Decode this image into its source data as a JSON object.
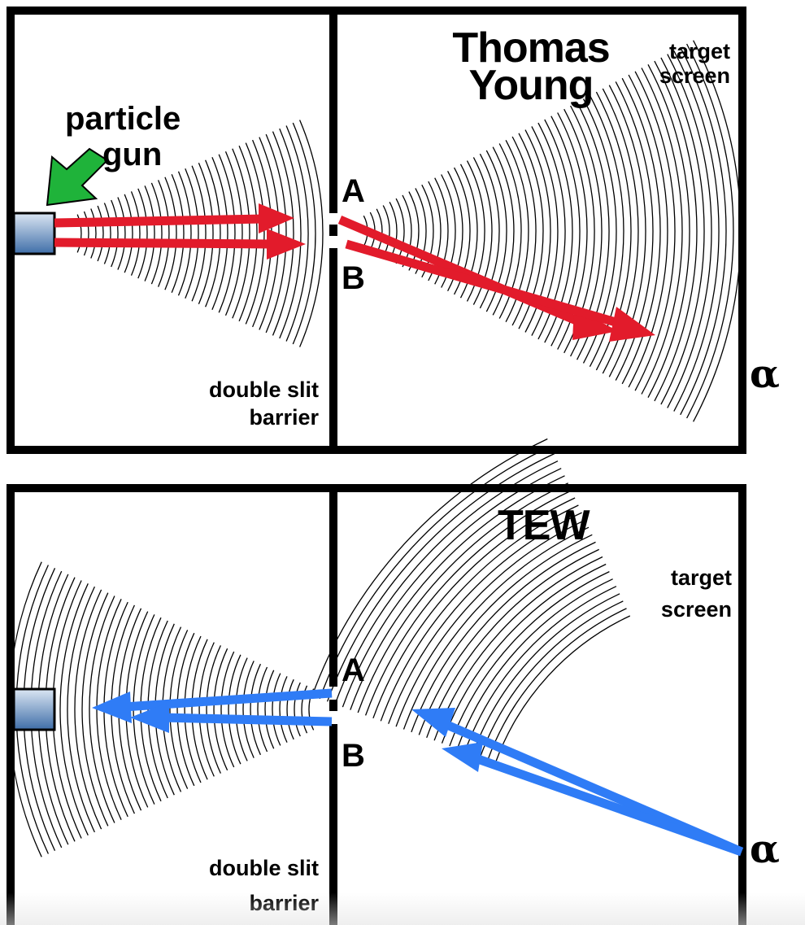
{
  "top": {
    "title_line1": "Thomas",
    "title_line2": "Young",
    "screen_label_line1": "target",
    "screen_label_line2": "screen",
    "barrier_label_line1": "double slit",
    "barrier_label_line2": "barrier",
    "gun_label_line1": "particle",
    "gun_label_line2": "gun",
    "slit_a": "A",
    "slit_b": "B",
    "target_symbol": "α",
    "arrow_color": "#e21b2b"
  },
  "bottom": {
    "title": "TEW",
    "screen_label_line1": "target",
    "screen_label_line2": "screen",
    "barrier_label_line1": "double slit",
    "barrier_label_line2": "barrier",
    "slit_a": "A",
    "slit_b": "B",
    "target_symbol": "α",
    "arrow_color": "#2f7cf6"
  },
  "colors": {
    "frame": "#000000",
    "gun_fill_top": "#dbe6f3",
    "gun_fill_bottom": "#3f6ea8",
    "pointer_arrow": "#1fb33a"
  }
}
